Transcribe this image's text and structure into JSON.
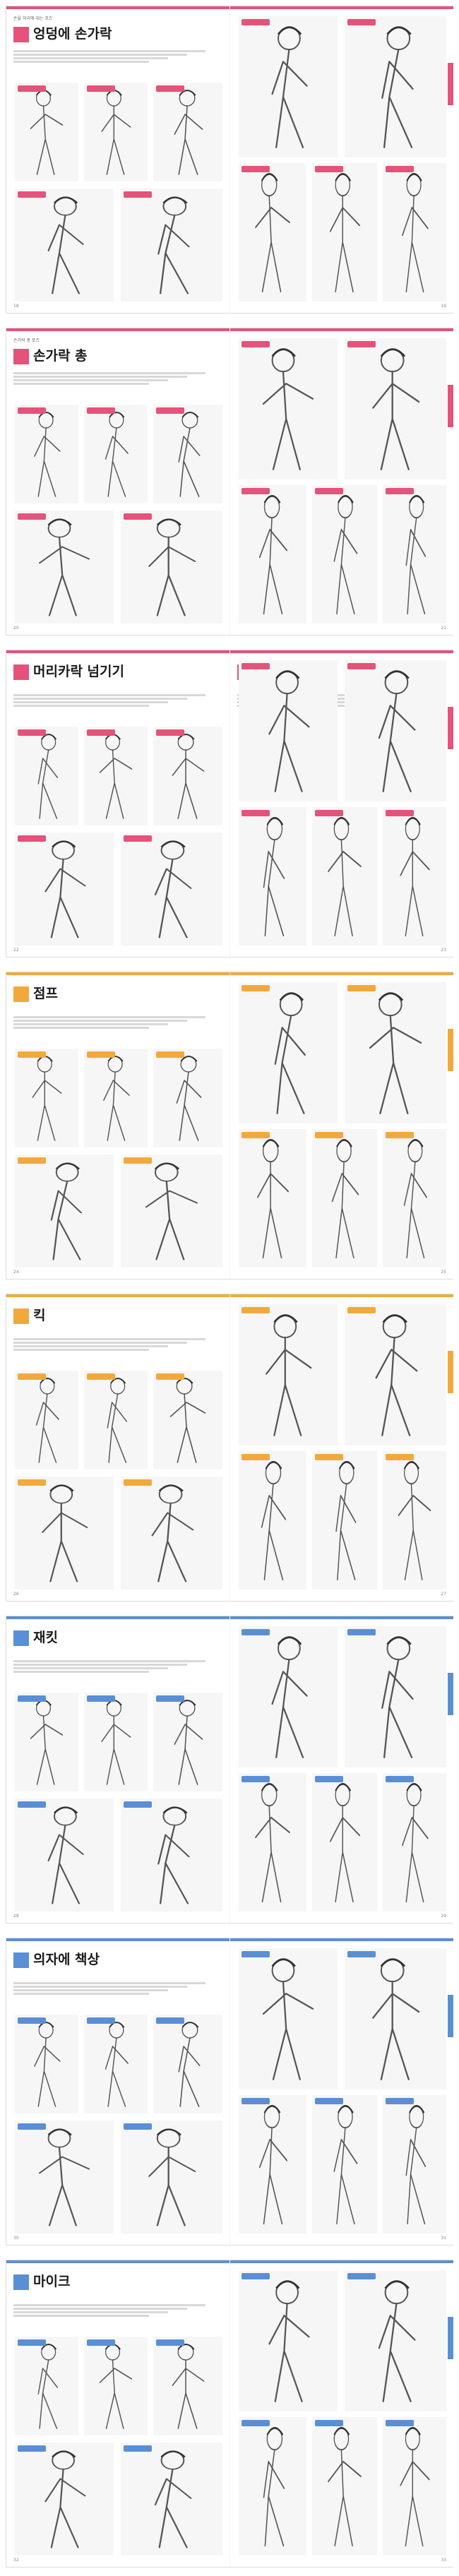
{
  "spreads": [
    {
      "accent": "#e5527a",
      "left": {
        "kicker": "손을 허리에 대는 포즈",
        "title": "엉덩에 손가락",
        "page": "18"
      },
      "right": {
        "page": "19"
      }
    },
    {
      "accent": "#e5527a",
      "left": {
        "kicker": "손가락 총 포즈",
        "title": "손가락 총",
        "page": "20"
      },
      "right": {
        "page": "21"
      }
    },
    {
      "accent": "#e5527a",
      "left": {
        "kicker": "",
        "title": "머리카락 넘기기",
        "page": "22"
      },
      "right": {
        "kicker": "",
        "title": "머리 묶기",
        "page": "23"
      }
    },
    {
      "accent": "#f2a93b",
      "left": {
        "kicker": "",
        "title": "점프",
        "page": "24"
      },
      "right": {
        "page": "25"
      }
    },
    {
      "accent": "#f2a93b",
      "left": {
        "kicker": "",
        "title": "킥",
        "page": "26"
      },
      "right": {
        "page": "27"
      }
    },
    {
      "accent": "#5a8fd6",
      "left": {
        "kicker": "",
        "title": "재킷",
        "page": "28"
      },
      "right": {
        "page": "29"
      }
    },
    {
      "accent": "#5a8fd6",
      "left": {
        "kicker": "",
        "title": "의자에 책상",
        "page": "30"
      },
      "right": {
        "page": "31"
      }
    },
    {
      "accent": "#5a8fd6",
      "left": {
        "kicker": "",
        "title": "마이크",
        "page": "32"
      },
      "right": {
        "page": "33"
      }
    }
  ]
}
